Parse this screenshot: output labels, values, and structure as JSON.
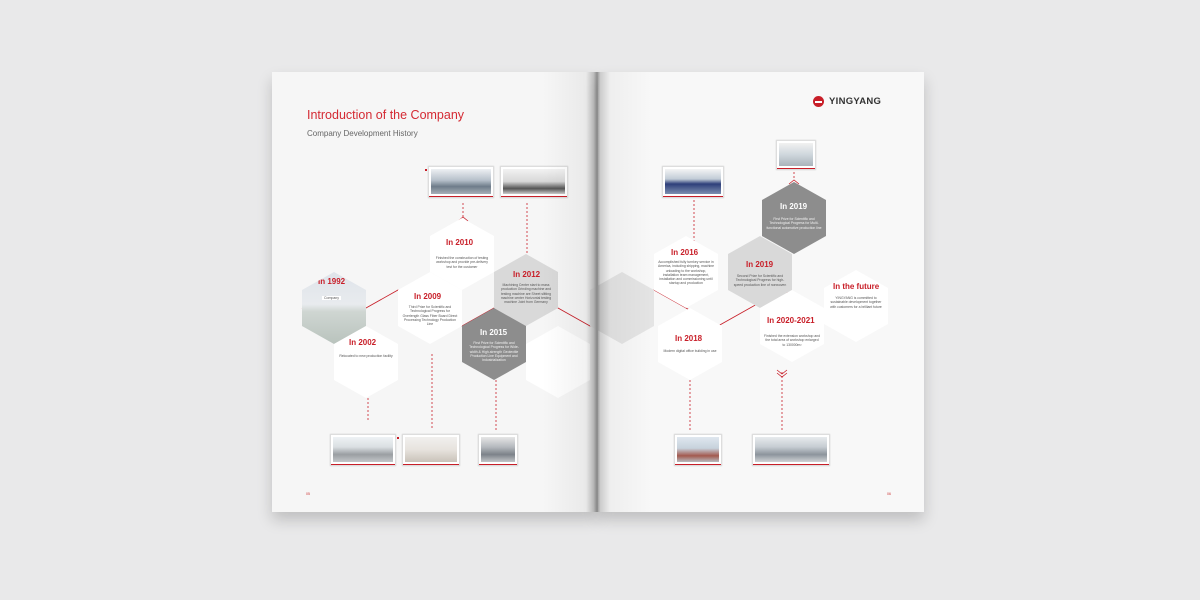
{
  "left_page": {
    "title": "Introduction of the Company",
    "subtitle": "Company Development History",
    "page_number": "05"
  },
  "right_page": {
    "logo_text": "YINGYANG",
    "page_number": "06"
  },
  "timeline": [
    {
      "year": "In 1992",
      "tag": "Company",
      "description": ""
    },
    {
      "year": "In 2002",
      "description": "Relocated to new production facility"
    },
    {
      "year": "In 2009",
      "description": "Third Prize for Scientific and Technological Progress for Overlength Glass Fiber Board Direct Processing Technology Production Line"
    },
    {
      "year": "In 2010",
      "description": "Finished the construction of testing workshop and provide pre-delivery test for the customer"
    },
    {
      "year": "In 2012",
      "description": "Machining Center start to mass production Grinding machine and testing machine are Sheet slitting machine center Horizontal testing machine Joint from Germany"
    },
    {
      "year": "In 2015",
      "description": "First Prize for Scientific and Technological Progress for Wide-width & High-strength Geotextile Production Line Equipment and Industrialization"
    },
    {
      "year": "In 2016",
      "description": "Accomplished fully turnkey service in America, including shipping, machine unloading to the workshop, installation team management, installation and commissioning until startup and production"
    },
    {
      "year": "In 2018",
      "description": "Modern digital office building in use"
    },
    {
      "year": "In 2019",
      "description": "First Prize for Scientific and Technological Progress for Multi-functional automotive production line"
    },
    {
      "year": "In 2019",
      "description": "Second Prize for Scientific and Technological Progress for high-speed production line of nonwoven"
    },
    {
      "year": "In 2020-2021",
      "description": "Finished the extension workshop and the total area of workshop enlarged to 130000m²"
    },
    {
      "year": "In the future",
      "description": "YINGYANG is committed to sustainable development together with customers for a brilliant future"
    }
  ],
  "colors": {
    "accent": "#c81e28",
    "hex_gray": "#8d8d8d",
    "hex_white": "#ffffff",
    "page_bg": "#f6f6f6",
    "background": "#e9e9ea"
  }
}
